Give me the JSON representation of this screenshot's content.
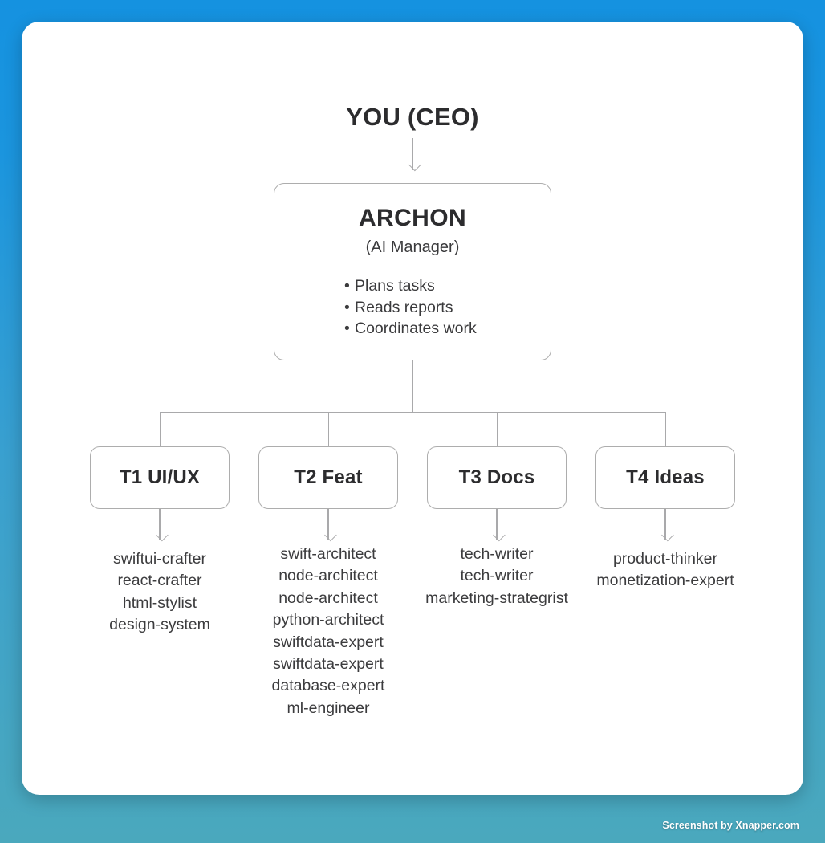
{
  "background": {
    "gradient_top": "#1592e0",
    "gradient_bottom": "#4aa8bd"
  },
  "card": {
    "background": "#ffffff"
  },
  "diagram": {
    "type": "org-chart",
    "border_color": "#adadad",
    "connector_color": "#a9a9ab",
    "text_color": "#2c2c2e",
    "root": {
      "label": "YOU (CEO)"
    },
    "manager": {
      "title": "ARCHON",
      "subtitle": "(AI Manager)",
      "bullets": [
        "Plans tasks",
        "Reads reports",
        "Coordinates work"
      ]
    },
    "tiers": [
      {
        "label": "T1 UI/UX",
        "agents": [
          "swiftui-crafter",
          "react-crafter",
          "html-stylist",
          "design-system"
        ]
      },
      {
        "label": "T2 Feat",
        "agents": [
          "swift-architect",
          "node-architect",
          "node-architect",
          "python-architect",
          "swiftdata-expert",
          "swiftdata-expert",
          "database-expert",
          "ml-engineer"
        ]
      },
      {
        "label": "T3 Docs",
        "agents": [
          "tech-writer",
          "tech-writer",
          "marketing-strategrist"
        ]
      },
      {
        "label": "T4 Ideas",
        "agents": [
          "product-thinker",
          "monetization-expert"
        ]
      }
    ]
  },
  "watermark": {
    "text": "Screenshot by Xnapper.com"
  }
}
